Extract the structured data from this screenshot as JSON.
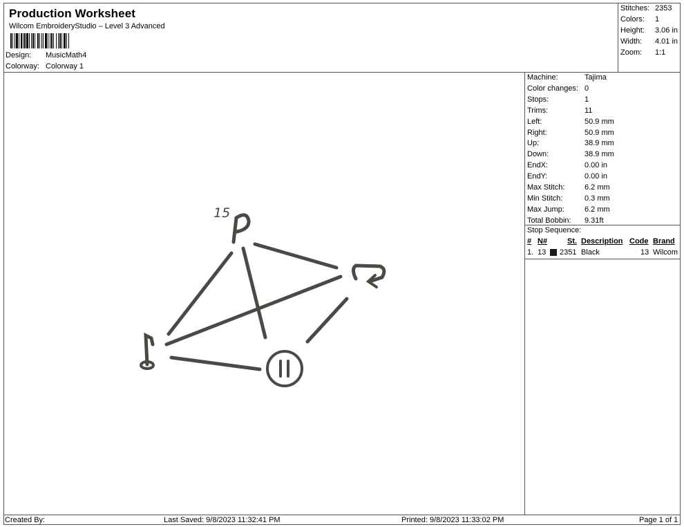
{
  "header": {
    "title": "Production Worksheet",
    "software": "Wilcom EmbroideryStudio – Level 3 Advanced",
    "design_label": "Design:",
    "design_value": "MusicMath4",
    "colorway_label": "Colorway:",
    "colorway_value": "Colorway 1"
  },
  "summary": {
    "stitches_label": "Stitches:",
    "stitches_value": "2353",
    "colors_label": "Colors:",
    "colors_value": "1",
    "height_label": "Height:",
    "height_value": "3.06 in",
    "width_label": "Width:",
    "width_value": "4.01 in",
    "zoom_label": "Zoom:",
    "zoom_value": "1:1"
  },
  "machine_info": [
    {
      "label": "Machine:",
      "value": "Tajima"
    },
    {
      "label": "Color changes:",
      "value": "0"
    },
    {
      "label": "Stops:",
      "value": "1"
    },
    {
      "label": "Trims:",
      "value": "11"
    },
    {
      "label": "Left:",
      "value": "50.9 mm"
    },
    {
      "label": "Right:",
      "value": "50.9 mm"
    },
    {
      "label": "Up:",
      "value": "38.9 mm"
    },
    {
      "label": "Down:",
      "value": "38.9 mm"
    },
    {
      "label": "EndX:",
      "value": "0.00 in"
    },
    {
      "label": "EndY:",
      "value": "0.00 in"
    },
    {
      "label": "Max Stitch:",
      "value": "6.2 mm"
    },
    {
      "label": "Min Stitch:",
      "value": "0.3 mm"
    },
    {
      "label": "Max Jump:",
      "value": "6.2 mm"
    },
    {
      "label": "Total Bobbin:",
      "value": "9.31ft"
    }
  ],
  "stop_sequence": {
    "label": "Stop Sequence:",
    "columns": {
      "num": "#",
      "needle": "N#",
      "stitches": "St.",
      "description": "Description",
      "code": "Code",
      "brand": "Brand"
    },
    "rows": [
      {
        "num": "1.",
        "needle": "13",
        "swatch_color": "#1a1a1a",
        "stitches": "2351",
        "description": "Black",
        "code": "13",
        "brand": "Wilcom"
      }
    ]
  },
  "design_art": {
    "label_15": "15",
    "thread_color": "#4a4a44"
  },
  "footer": {
    "created_by": "Created By:",
    "last_saved": "Last Saved: 9/8/2023 11:32:41 PM",
    "printed": "Printed: 9/8/2023 11:33:02 PM",
    "page": "Page 1 of 1"
  }
}
